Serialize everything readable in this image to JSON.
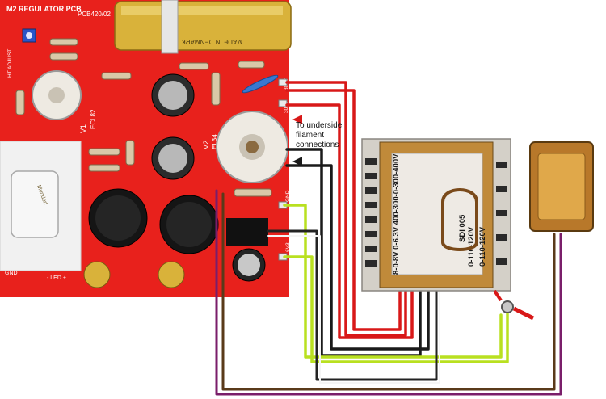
{
  "pcb": {
    "title": "M2 REGULATOR PCB",
    "part_number": "PCB420/02",
    "ht_adjust_label": "HT ADJUST",
    "v1_label": "V1",
    "v1_tube": "ECL82",
    "v2_label": "V2",
    "v2_tube": "EL34",
    "gnd_label": "GND",
    "led_label": "- LED +",
    "terminal_gnd": "GND",
    "terminal_6v3": "6V3",
    "terminal_300v_a": "300V",
    "terminal_300v_b": "300V",
    "cap_brand": "MADE IN DENMARK",
    "cap_brand_2": "Mundorf"
  },
  "annotation": {
    "line1": "To underside",
    "line2": "filament",
    "line3": "connections"
  },
  "transformer": {
    "secondary_label": "8-0-8V 0-6.3V 400-300-0-300-400V",
    "primary_label_1": "0-110-120V",
    "primary_label_2": "0-110-120V",
    "small_label": "SDI 005"
  },
  "colors": {
    "pcb_red": "#e8211c",
    "wire_red": "#d81818",
    "wire_black": "#1a1a1a",
    "wire_green": "#b9e020",
    "wire_purple": "#7a1e6a",
    "wire_brown": "#5a3a1a",
    "capacitor_gold": "#d9b23a"
  }
}
